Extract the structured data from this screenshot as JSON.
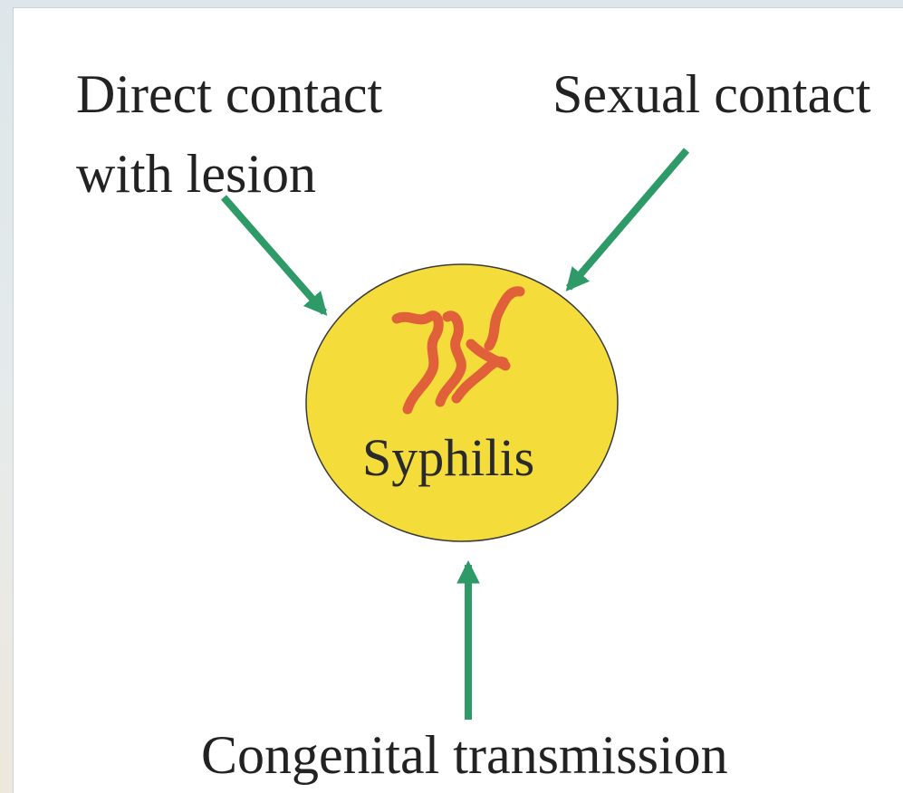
{
  "diagram": {
    "center": {
      "label": "Syphilis",
      "fill_color": "#f4dc3a",
      "bacteria_color": "#e0603a",
      "icon": "spirochete-bacteria-icon"
    },
    "sources": [
      {
        "label": "Direct contact\nwith lesion"
      },
      {
        "label": "Sexual contact"
      },
      {
        "label": "Congenital transmission"
      }
    ],
    "arrow_color": "#2e9a68",
    "text_color": "#222222"
  }
}
